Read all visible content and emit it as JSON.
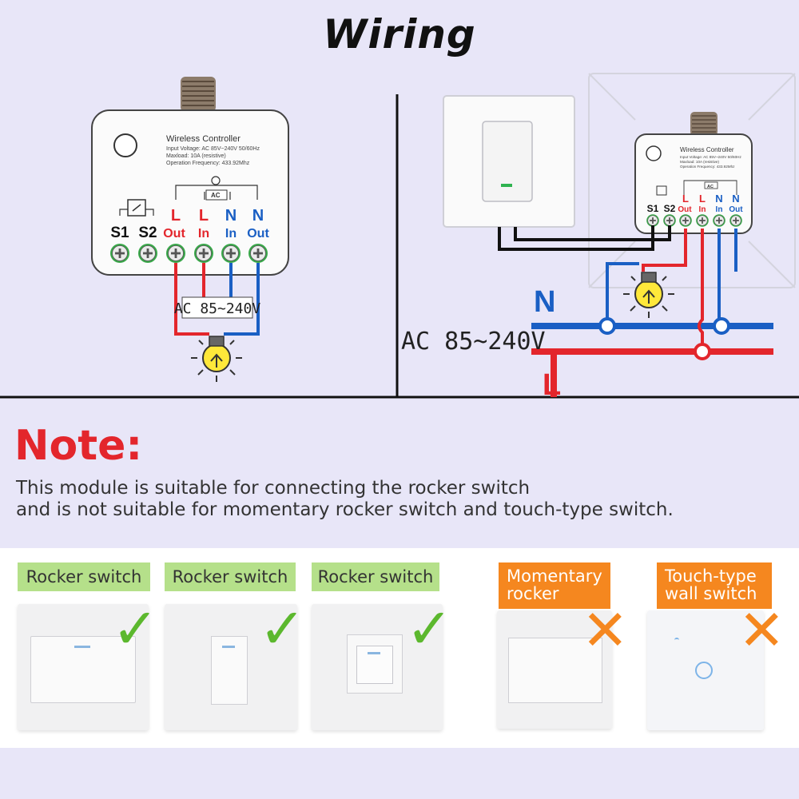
{
  "header": {
    "title": "Wiring"
  },
  "controller_left": {
    "name": "Wireless Controller",
    "specs": [
      "Input Voltage: AC 85V~240V 50/60Hz",
      "Maxload: 10A (resistive)",
      "Operation Frequency: 433.92Mhz"
    ],
    "ac_badge": "AC",
    "terminals": [
      {
        "top": "S1",
        "bottom": "",
        "color": "#111111"
      },
      {
        "top": "S2",
        "bottom": "",
        "color": "#111111"
      },
      {
        "top": "L",
        "bottom": "Out",
        "color": "#e3262c"
      },
      {
        "top": "L",
        "bottom": "In",
        "color": "#e3262c"
      },
      {
        "top": "N",
        "bottom": "In",
        "color": "#1a5fc4"
      },
      {
        "top": "N",
        "bottom": "Out",
        "color": "#1a5fc4"
      }
    ],
    "supply": "AC 85~240V"
  },
  "controller_right": {
    "name": "Wireless Controller",
    "specs": [
      "Input Voltage: AC 85V~240V 50/60Hz",
      "Maxload: 10A (resistive)",
      "Operation Frequency: 433.92Mhz"
    ],
    "ac_badge": "AC",
    "terminals": [
      {
        "top": "S1",
        "bottom": "",
        "color": "#111111"
      },
      {
        "top": "S2",
        "bottom": "",
        "color": "#111111"
      },
      {
        "top": "L",
        "bottom": "Out",
        "color": "#e3262c"
      },
      {
        "top": "L",
        "bottom": "In",
        "color": "#e3262c"
      },
      {
        "top": "N",
        "bottom": "In",
        "color": "#1a5fc4"
      },
      {
        "top": "N",
        "bottom": "Out",
        "color": "#1a5fc4"
      }
    ],
    "neutral_label": "N",
    "live_label": "L",
    "supply": "AC 85~240V"
  },
  "note": {
    "title": "Note:",
    "lines": [
      "This module is suitable for connecting the rocker switch",
      "and is not suitable for momentary rocker switch and touch-type switch."
    ]
  },
  "switches": [
    {
      "label": "Rocker switch",
      "status": "suitable",
      "icon": "check-mark-icon"
    },
    {
      "label": "Rocker switch",
      "status": "suitable",
      "icon": "check-mark-icon"
    },
    {
      "label": "Rocker switch",
      "status": "suitable",
      "icon": "check-mark-icon"
    },
    {
      "label_line1": "Momentary",
      "label_line2": "rocker",
      "status": "not-suitable",
      "icon": "cross-mark-icon"
    },
    {
      "label_line1": "Touch-type",
      "label_line2": "wall switch",
      "status": "not-suitable",
      "icon": "cross-mark-icon"
    }
  ],
  "colors": {
    "live": "#e3262c",
    "neutral": "#1a5fc4",
    "ok": "#5cb82e",
    "bad": "#f5871f",
    "terminal": "#3aa84a",
    "bulb": "#ffe83a"
  }
}
